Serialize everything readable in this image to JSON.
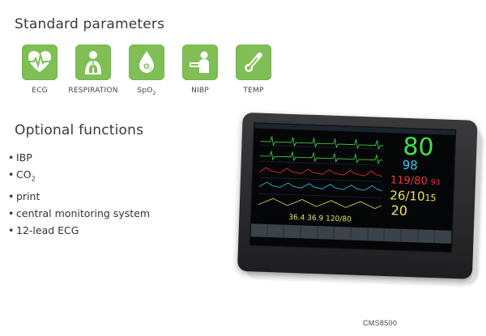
{
  "standard": {
    "title": "Standard parameters",
    "items": [
      {
        "label": "ECG",
        "icon": "heart-ecg-icon"
      },
      {
        "label": "RESPIRATION",
        "icon": "lungs-icon"
      },
      {
        "label": "SpO",
        "sub": "2",
        "icon": "oxygen-drop-icon"
      },
      {
        "label": "NIBP",
        "icon": "blood-pressure-icon"
      },
      {
        "label": "TEMP",
        "icon": "thermometer-icon"
      }
    ]
  },
  "optional": {
    "title": "Optional functions",
    "items": [
      {
        "label": "IBP"
      },
      {
        "label": "CO",
        "sub": "2"
      },
      {
        "label": "print"
      },
      {
        "label": "central monitoring system"
      },
      {
        "label": "12-lead ECG"
      }
    ]
  },
  "monitor": {
    "model": "CMS8500",
    "hr": "80",
    "spo2": "98",
    "nibp_sys": "119",
    "nibp_dia": "80",
    "nibp_map": "93",
    "resp_a": "26",
    "resp_b": "10",
    "resp_c": "15",
    "co2": "20",
    "temp1": "36.4",
    "temp2": "36.9",
    "ibp": "120",
    "ibp2": "80"
  },
  "colors": {
    "accent_green": "#7fbf55",
    "hr_green": "#3ee04a",
    "spo2_cyan": "#35c9f2",
    "nibp_red": "#f03434",
    "resp_yellow": "#e8e25a"
  }
}
